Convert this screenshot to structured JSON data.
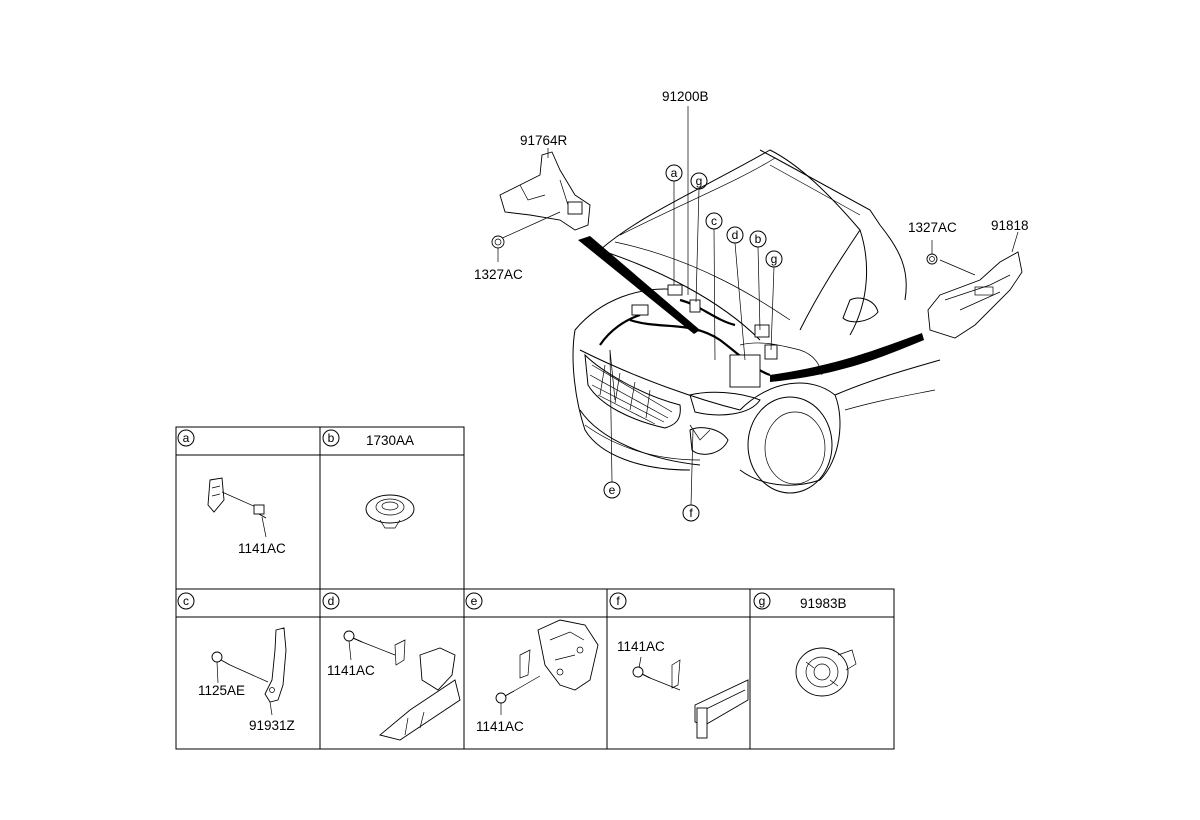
{
  "main_labels": {
    "harness": "91200B",
    "bracket_left": "91764R",
    "nut_left": "1327AC",
    "nut_right": "1327AC",
    "cover_right": "91818"
  },
  "callouts": {
    "a": "a",
    "b": "b",
    "c": "c",
    "d": "d",
    "e": "e",
    "f": "f",
    "g": "g"
  },
  "panels": [
    {
      "letter": "a",
      "title": "",
      "parts": [
        "1141AC"
      ]
    },
    {
      "letter": "b",
      "title": "1730AA",
      "parts": []
    },
    {
      "letter": "c",
      "title": "",
      "parts": [
        "1125AE",
        "91931Z"
      ]
    },
    {
      "letter": "d",
      "title": "",
      "parts": [
        "1141AC"
      ]
    },
    {
      "letter": "e",
      "title": "",
      "parts": [
        "1141AC"
      ]
    },
    {
      "letter": "f",
      "title": "",
      "parts": [
        "1141AC"
      ]
    },
    {
      "letter": "g",
      "title": "91983B",
      "parts": []
    }
  ]
}
